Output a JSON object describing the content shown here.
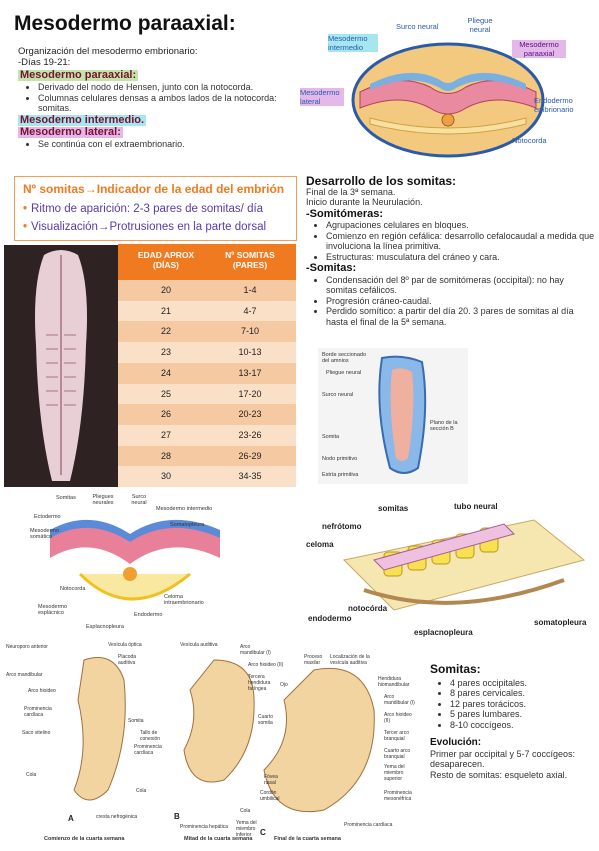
{
  "title": "Mesodermo paraaxial:",
  "intro": {
    "line1": "Organización del mesodermo embrionario:",
    "line2": "-Días 19-21:",
    "paraaxial_heading": "Mesodermo paraaxial:",
    "paraaxial_items": [
      "Derivado del nodo de Hensen, junto con la notocorda.",
      "Columnas celulares densas a ambos lados de la notocorda: somitas."
    ],
    "intermedio_heading": "Mesodermo intermedio.",
    "lateral_heading": "Mesodermo lateral:",
    "lateral_items": [
      "Se continúa con el extraembrionario."
    ]
  },
  "fig_top": {
    "labels": [
      "Surco neural",
      "Pliegue neural",
      "Mesodermo intermedio",
      "Mesodermo paraaxial",
      "Mesodermo lateral",
      "Endodermo embrionario",
      "Notocorda"
    ]
  },
  "orange_box": {
    "title": "Nº somitas→Indicador de la edad del embrión",
    "rows": [
      "Ritmo de aparición: 2-3 pares de somitas/ día",
      "Visualización→Protrusiones en la parte dorsal"
    ]
  },
  "table": {
    "headers": [
      "EDAD APROX (DÍAS)",
      "Nº SOMITAS (PARES)"
    ],
    "rows": [
      [
        "20",
        "1-4"
      ],
      [
        "21",
        "4-7"
      ],
      [
        "22",
        "7-10"
      ],
      [
        "23",
        "10-13"
      ],
      [
        "24",
        "13-17"
      ],
      [
        "25",
        "17-20"
      ],
      [
        "26",
        "20-23"
      ],
      [
        "27",
        "23-26"
      ],
      [
        "28",
        "26-29"
      ],
      [
        "30",
        "34-35"
      ]
    ]
  },
  "development": {
    "heading": "Desarrollo de los somitas:",
    "lines": [
      "Final de la 3ª semana.",
      "Inicio durante la Neurulación."
    ],
    "somitomeras_heading": "-Somitómeras:",
    "somitomeras_items": [
      "Agrupaciones celulares en bloques.",
      "Comienzo en región cefálica: desarrollo cefalocaudal a medida que involuciona la línea primitiva.",
      "Estructuras: musculatura del cráneo y cara."
    ],
    "somitas_heading": "-Somitas:",
    "somitas_items": [
      "Condensación del 8º par de somitómeras (occipital): no hay somitas cefálicos.",
      "Progresión cráneo-caudal.",
      "Perdido somítico: a partir del día 20. 3 pares de somitas al día hasta el final de la 5ª semana."
    ]
  },
  "fig_disc": {
    "labels": [
      "Borde seccionado del amnios",
      "Pliegue neural",
      "Surco neural",
      "Somita",
      "Nodo primitivo",
      "Estría primitiva",
      "Plano de la sección B"
    ]
  },
  "fig_section": {
    "labels": [
      "Somitas",
      "Pliegues neurales",
      "Surco neural",
      "Mesodermo intermedio",
      "Ectodermo",
      "Somatopleura",
      "Mesodermo somático",
      "Notocorda",
      "Mesodermo esplácnico",
      "Celoma intraembrionario",
      "Endodermo",
      "Esplacnopleura"
    ]
  },
  "fig_3d": {
    "labels": [
      "somitas",
      "tubo neural",
      "nefrótomo",
      "celoma",
      "notocórda",
      "endodermo",
      "esplacnopleura",
      "somatopleura"
    ]
  },
  "fig_embryos": {
    "labels_a": [
      "Neuroporo anterior",
      "Arco mandibular",
      "Arco hioideo",
      "Prominencia cardíaca",
      "Saco vitelino",
      "Cola",
      "Vesícula óptica",
      "Placoda auditiva",
      "Somita",
      "cresta nefrogénica"
    ],
    "labels_b": [
      "Vesícula auditiva",
      "Arco mandibular (I)",
      "Arco hioideo (II)",
      "Tercera hendidura faríngea",
      "Cuarto somita",
      "Prominencia cardíaca",
      "Tallo de conexión",
      "Cola",
      "Prominencia hepática"
    ],
    "labels_c": [
      "Proceso maxilar",
      "Localización de la vesícula auditiva",
      "Hendidura hiomandibular",
      "Ojo",
      "Arco mandibular (I)",
      "Arco hioideo (II)",
      "Tercer arco branquial",
      "Cuarto arco branquial",
      "Fóvea nasal",
      "Cordón umbilical",
      "Yema del miembro superior",
      "Cola",
      "Prominencia mesonéfrica",
      "Yema del miembro inferior",
      "Prominencia cardíaca"
    ],
    "captions": [
      "A",
      "B",
      "C"
    ],
    "bottom": [
      "Comienzo de la cuarta semana",
      "Mitad de la cuarta semana",
      "Final de la cuarta semana"
    ]
  },
  "somitas_summary": {
    "heading": "Somitas:",
    "items": [
      "4 pares occipitales.",
      "8 pares cervicales.",
      "12 pares torácicos.",
      "5 pares lumbares.",
      "8-10 coccígeos."
    ],
    "evolucion_heading": "Evolución:",
    "evolucion_text": [
      "Primer par occipital y 5-7 coccígeos: desaparecen.",
      "Resto de somitas: esqueleto axial."
    ]
  }
}
